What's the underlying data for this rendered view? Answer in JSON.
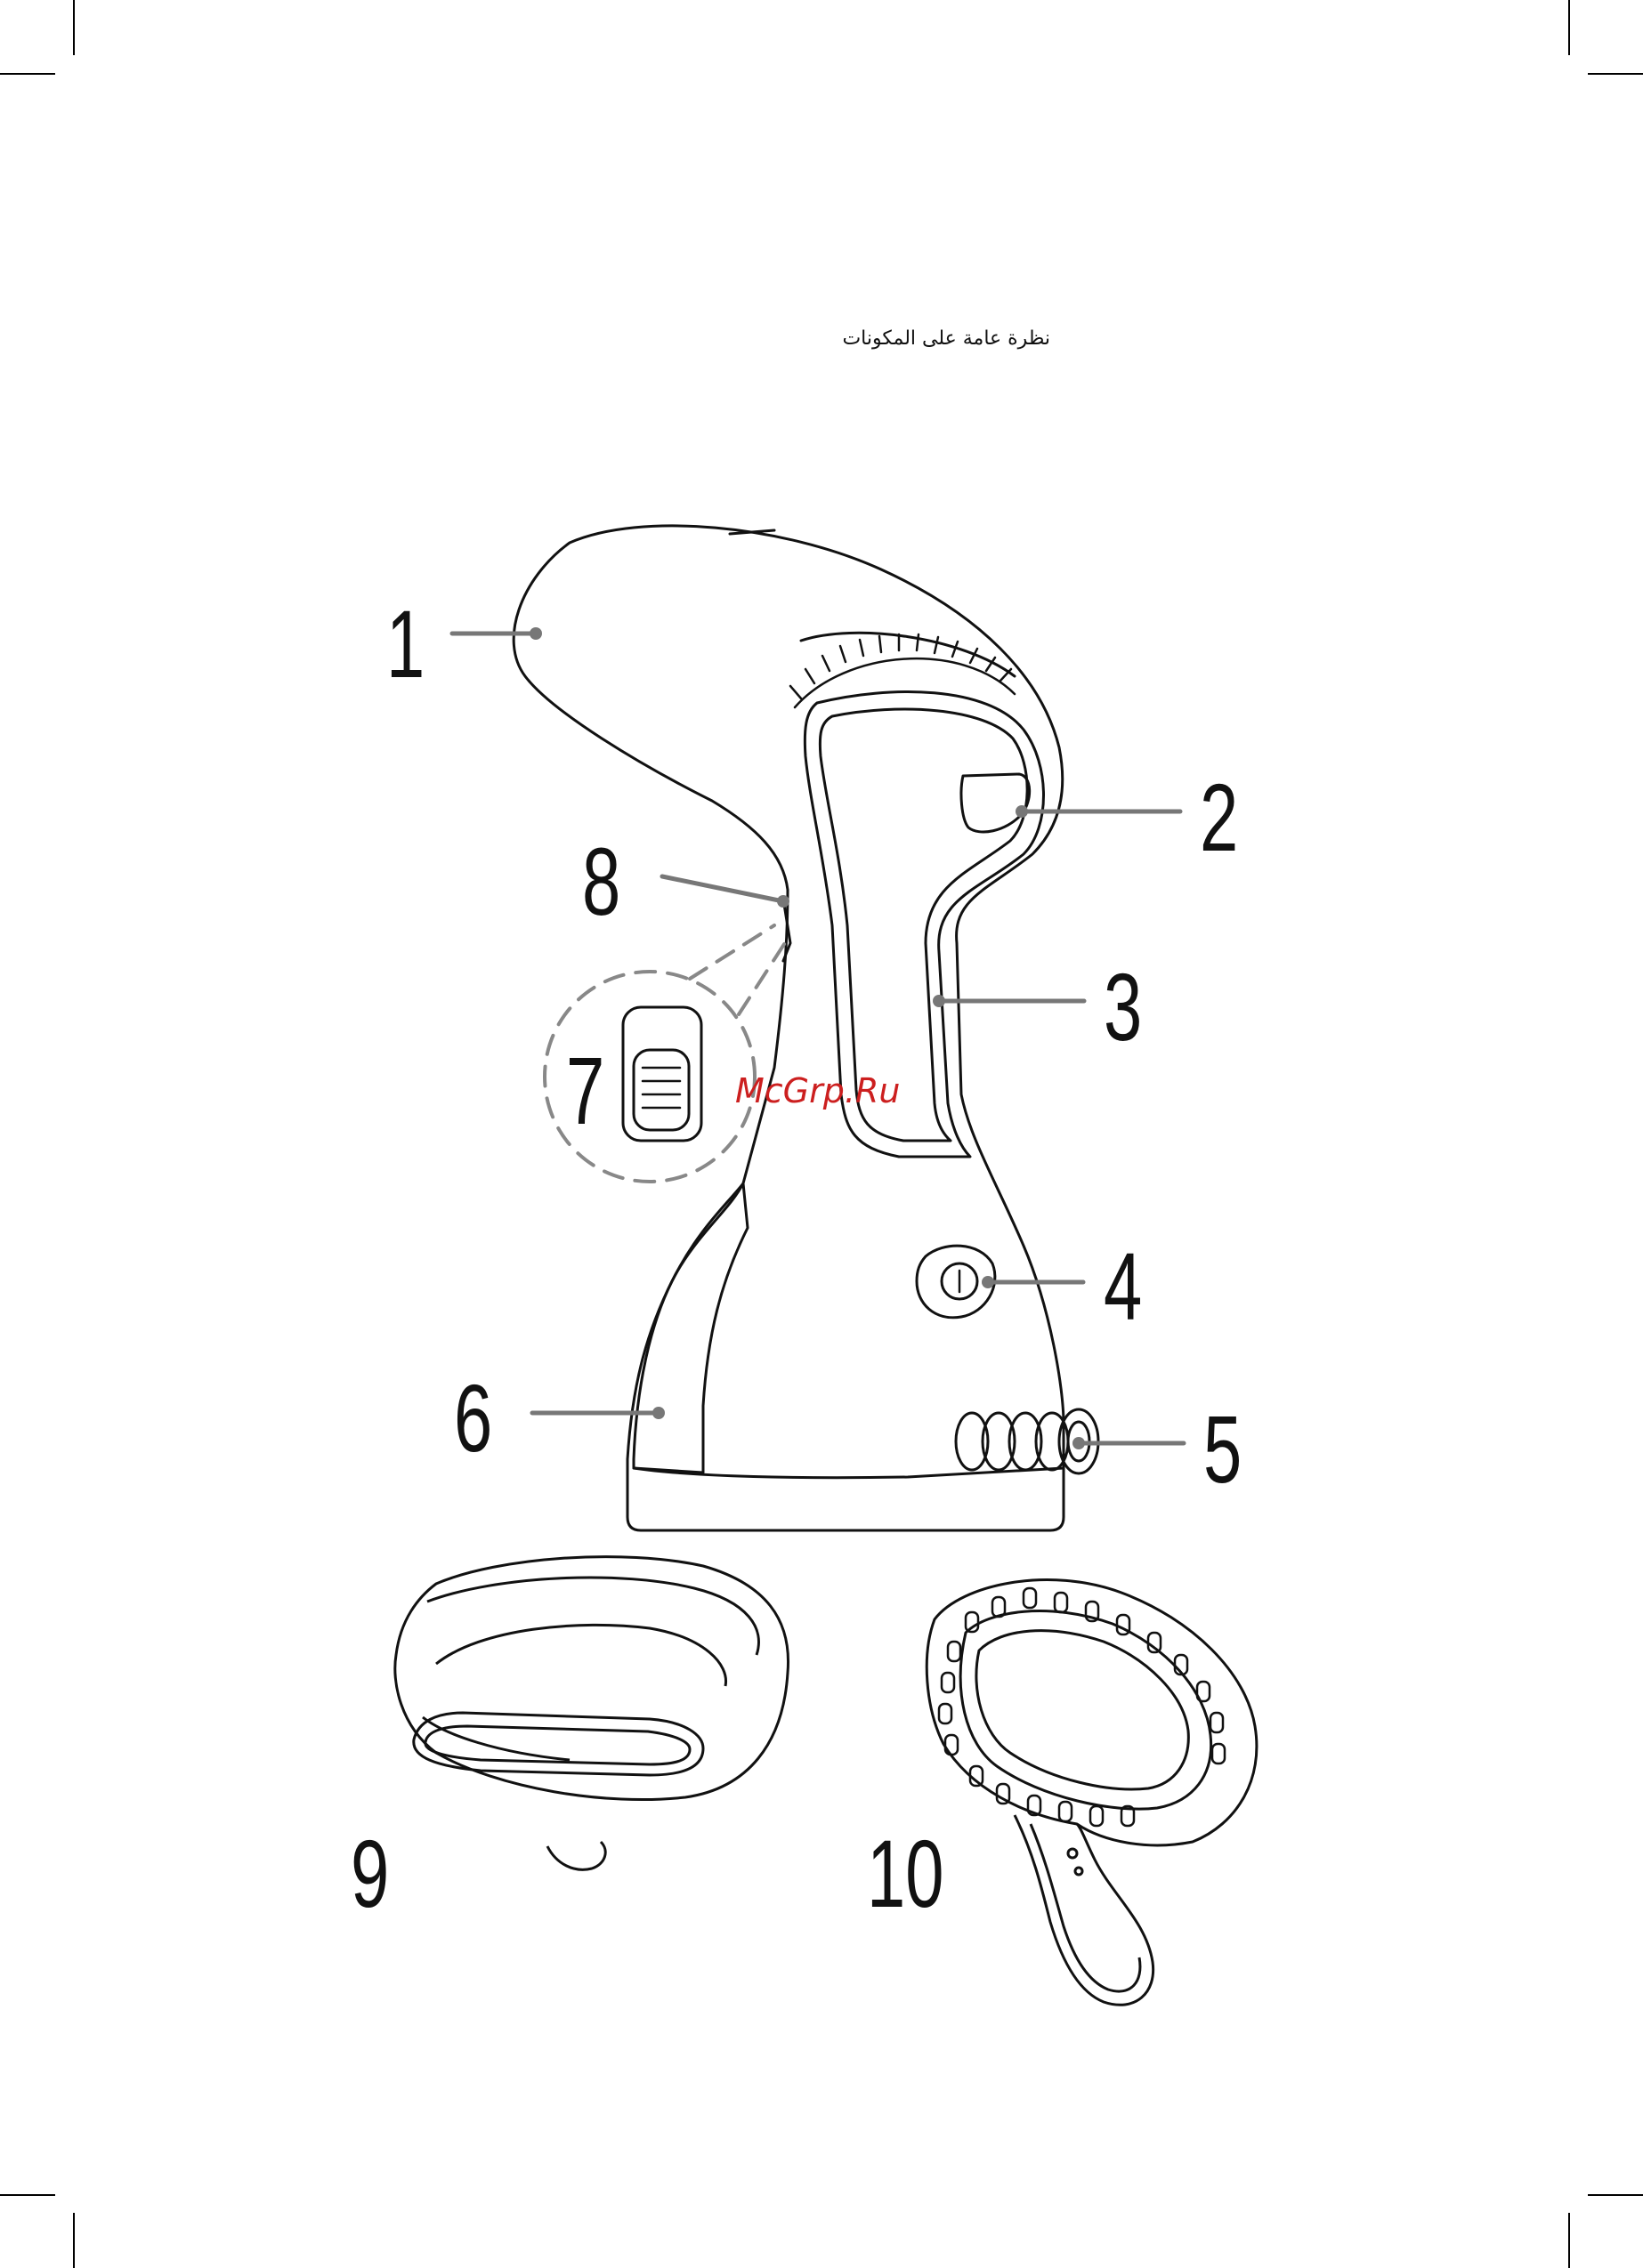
{
  "heading": "نظرة عامة على المكونات",
  "watermark": "McGrp.Ru",
  "callouts": [
    "1",
    "2",
    "3",
    "4",
    "5",
    "6",
    "7",
    "8",
    "9",
    "10"
  ],
  "colors": {
    "ink": "#111111",
    "leader": "#777777",
    "watermark": "#cc1f1f"
  }
}
